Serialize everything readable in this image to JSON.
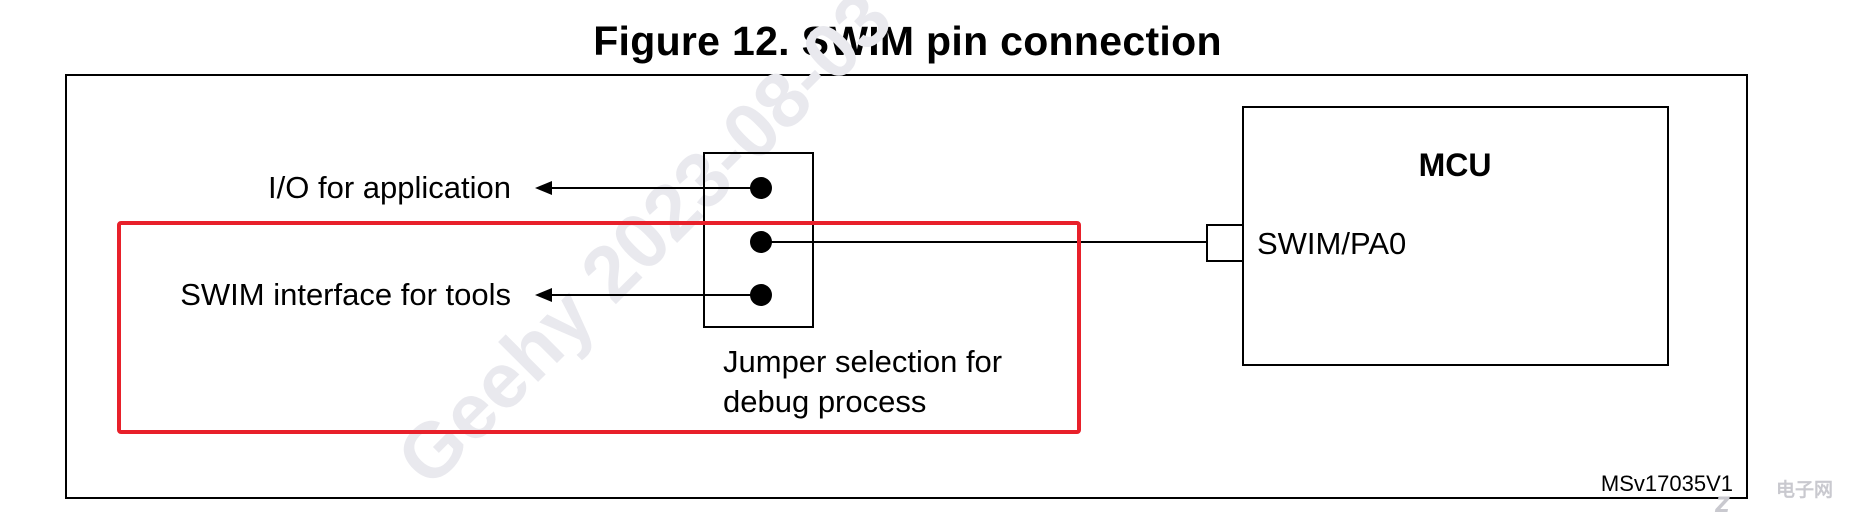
{
  "figure": {
    "title": "Figure 12. SWIM pin connection",
    "reference": "MSv17035V1"
  },
  "labels": {
    "io_application": "I/O for application",
    "swim_interface": "SWIM interface for tools",
    "jumper_line1": "Jumper selection for",
    "jumper_line2": "debug process",
    "mcu": "MCU",
    "swim_pin": "SWIM/PA0"
  },
  "watermark": {
    "text": "Geehy  2023-08-03"
  },
  "corner_logo": {
    "text": "电子网"
  },
  "colors": {
    "highlight": "#e8202a",
    "line": "#000000"
  }
}
